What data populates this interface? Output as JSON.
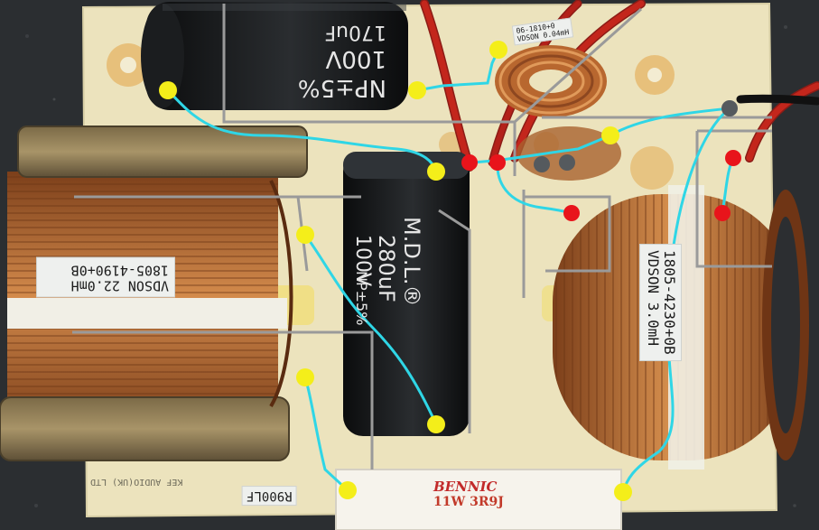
{
  "colors": {
    "pcb": "#ece3bd",
    "copper": "#c77a3e",
    "capacitor": "#17191b",
    "wire": "#2fd6e6",
    "overlay_line": "#9a9a9a",
    "node_yellow": "#f4ee1a",
    "node_red": "#e8141b",
    "node_gray": "#555a5e",
    "lead_red": "#c3261c"
  },
  "components": {
    "cap_top": {
      "line1": "NP±5%",
      "line2": "100V",
      "line3": "170uF"
    },
    "cap_mid": {
      "brand": "M.D.L.®",
      "value": "280uF",
      "voltage": "100V",
      "tolerance": "NP±5%"
    },
    "coil_left": {
      "model": "1805-4190+0B",
      "spec": "VDSON 22.0mH"
    },
    "coil_right": {
      "model": "1805-4230+0B",
      "spec": "VDSON 3.0mH"
    },
    "coil_small": {
      "model": "06-1810+0",
      "spec": "VDSON 0.04mH"
    },
    "resistor": {
      "brand": "BENNIC",
      "code": "11W 3R9J"
    },
    "pcb_label": "R900LF",
    "pcb_print": "KEF AUDIO(UK) LTD"
  }
}
